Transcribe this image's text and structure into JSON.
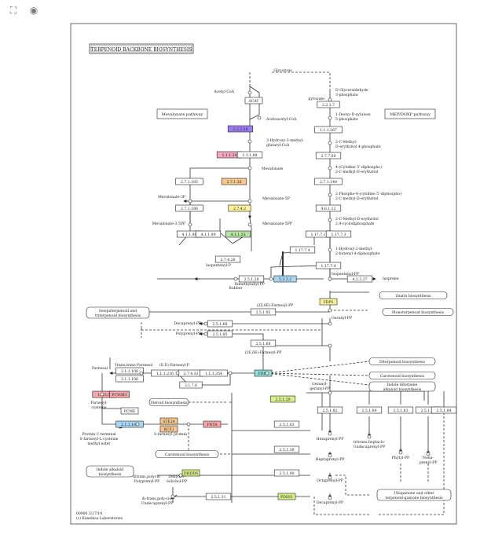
{
  "toolbar": {
    "fullscreen_icon": "fullscreen-icon",
    "view_icon": "eye-icon",
    "fullscreen_glyph": "⛶",
    "view_glyph": "◉"
  },
  "diagram": {
    "title": "TERPENOID BACKBONE BIOSYNTHESIS",
    "footer_1": "00900 3/27/19",
    "footer_2": "(c) Kanehisa Laboratories",
    "pathway_labels": {
      "mevalonate": "Mevalonate pathway",
      "mep": "MEP/DOXP pathway"
    },
    "colors": {
      "white": "#ffffff",
      "pink": "#f6a5c2",
      "purple": "#9f7bf0",
      "orange": "#f8c98c",
      "yellow": "#fbf29a",
      "green": "#b5e3a2",
      "blue": "#a8d7f5",
      "cyan": "#8fe0dc",
      "red": "#f7a8a8",
      "lime": "#d6ef8a"
    },
    "enzymes": [
      {
        "t": "ACAT",
        "c": "white"
      },
      {
        "t": "2.3.3.10",
        "c": "purple"
      },
      {
        "t": "1.1.1.34",
        "c": "pink"
      },
      {
        "t": "1.1.1.88",
        "c": "white"
      },
      {
        "t": "2.7.1.185",
        "c": "white"
      },
      {
        "t": "2.7.1.36",
        "c": "orange"
      },
      {
        "t": "2.7.1.186",
        "c": "white"
      },
      {
        "t": "2.7.4.2",
        "c": "yellow"
      },
      {
        "t": "4.1.1.99",
        "c": "white"
      },
      {
        "t": "4.1.1.33",
        "c": "green"
      },
      {
        "t": "4.1.1.99",
        "c": "white"
      },
      {
        "t": "2.7.4.26",
        "c": "white"
      },
      {
        "t": "2.2.1.7",
        "c": "white"
      },
      {
        "t": "1.1.1.267",
        "c": "white"
      },
      {
        "t": "2.7.7.60",
        "c": "white"
      },
      {
        "t": "2.7.1.148",
        "c": "white"
      },
      {
        "t": "4.6.1.12",
        "c": "white"
      },
      {
        "t": "1.17.7.1",
        "c": "white"
      },
      {
        "t": "1.17.7.3",
        "c": "white"
      },
      {
        "t": "1.17.7.4",
        "c": "white"
      },
      {
        "t": "1.17.7.4",
        "c": "white"
      },
      {
        "t": "5.3.3.2",
        "c": "blue"
      },
      {
        "t": "2.5.1.20",
        "c": "white"
      },
      {
        "t": "4.2.3.27",
        "c": "white"
      },
      {
        "t": "FDPS",
        "c": "yellow"
      },
      {
        "t": "2.5.1.92",
        "c": "white"
      },
      {
        "t": "2.5.1.68",
        "c": "white"
      },
      {
        "t": "2.5.1.85",
        "c": "white"
      },
      {
        "t": "2.5.1.68",
        "c": "white"
      },
      {
        "t": "FDPS",
        "c": "cyan"
      },
      {
        "t": "3.1.1.108",
        "c": "white"
      },
      {
        "t": "3.1.1.106",
        "c": "white"
      },
      {
        "t": "2.7.4.32",
        "c": "white"
      },
      {
        "t": "3.1.7.6",
        "c": "white"
      },
      {
        "t": "1.1.1.216",
        "c": "white"
      },
      {
        "t": "1.1.1.354",
        "c": "white"
      },
      {
        "t": "1.8.3.5",
        "c": "red"
      },
      {
        "t": "PCYOX1",
        "c": "red"
      },
      {
        "t": "PCME",
        "c": "white"
      },
      {
        "t": "2.1.1.100",
        "c": "blue"
      },
      {
        "t": "STE24",
        "c": "orange"
      },
      {
        "t": "RCE1",
        "c": "orange"
      },
      {
        "t": "FNTA",
        "c": "red"
      },
      {
        "t": "2.5.1.29",
        "c": "lime"
      },
      {
        "t": "2.5.1.82",
        "c": "white"
      },
      {
        "t": "2.5.1.89",
        "c": "white"
      },
      {
        "t": "2.5.1.83",
        "c": "white"
      },
      {
        "t": "2.5.1.85",
        "c": "white"
      },
      {
        "t": "2.5.1.84",
        "c": "white"
      },
      {
        "t": "2.5.1.83",
        "c": "white"
      },
      {
        "t": "2.5.1.30",
        "c": "white"
      },
      {
        "t": "2.5.1.90",
        "c": "white"
      },
      {
        "t": "DHDDS",
        "c": "lime"
      },
      {
        "t": "PDSS1",
        "c": "lime"
      },
      {
        "t": "2.5.1.31",
        "c": "white"
      }
    ],
    "compounds": [
      "Glycolysis",
      "Acetyl-CoA",
      "Acetoacetyl-CoA",
      "3-Hydroxy-3-methyl-",
      "glutaryl-CoA",
      "Mevalonate",
      "Mevalonate-3P",
      "Mevalonate-5P",
      "Mevalonate-3,5PP",
      "Mevalonate-5PP",
      "Isopentenyl-P",
      "pyruvate",
      "D-Glyceraldehyde",
      "3-phosphate",
      "1-Deoxy-D-xylulose",
      "5-phosphate",
      "2-C-Methyl-",
      "D-erythritol 4-phosphate",
      "4-(Cytidine 5'-diphospho)-",
      "2-C-methyl-D-erythritol",
      "2-Phospho-4-(cytidine 5'-diphospho)-",
      "2-C-methyl-D-erythritol",
      "2-C-Methyl-D-erythritol",
      "2,4-cyclodiphosphate",
      "1-Hydroxy-2-methyl-",
      "2-butenyl 4-diphosphate",
      "Isopentenyl-PP",
      "Dimethylallyl-PP",
      "Rubber",
      "Isoprene",
      "(2Z,6E)-Farnesyl-PP",
      "Geranyl-PP",
      "Decaprenyl-PP",
      "Polyprenyl-PP",
      "(2E,6E)-Farnesyl-PP",
      "Farnesal",
      "Trans,trans-Farnesol",
      "(E,E)-Farnesyl-P",
      "Farnesyl-",
      "cysteine",
      "Protein C-terminal",
      "S-farnesyl-L-cysteine",
      "methyl ester",
      "S-farnesyl protein",
      "Geranyl-",
      "geranyl-PP",
      "Hexaprenyl-PP",
      "Heptaprenyl-PP",
      "Octaprenyl-PP",
      "Decaprenyl-PP",
      "tritrans,heptacis-",
      "Undecaprenyl-PP",
      "Phytyl-PP",
      "Nona-",
      "prenyl-PP",
      "ditrans,polycis-",
      "Polyprenyl-PP",
      "Dehydro-",
      "dolichol-PP",
      "di-trans,poly-cis-",
      "Undecaprenyl-PP"
    ],
    "maps": [
      "Zeatin biosynthesis",
      "Monoterpenoid biosynthesis",
      "Sesquiterpenoid and",
      "triterpenoid biosynthesis",
      "Diterpenoid biosynthesis",
      "Carotenoid biosynthesis",
      "Steroid biosynthesis",
      "Carotenoid biosynthesis",
      "Indole alkaloid",
      "biosynthesis",
      "Ubiquinone and other",
      "terpenoid-quinone biosynthesis"
    ],
    "maps_extra": [
      "Diterpenoid biosynthesis",
      "Carotenoid biosynthesis",
      "Indole diterpene",
      "alkaloid biosynthesis"
    ]
  }
}
